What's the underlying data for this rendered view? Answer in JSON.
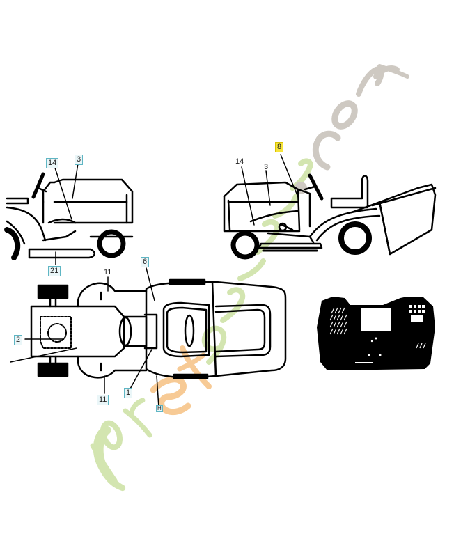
{
  "diagram": {
    "subject": "Riding lawn tractor decal / label placement diagram",
    "views": [
      {
        "id": "side-left",
        "label": "Left side view (front)"
      },
      {
        "id": "side-right",
        "label": "Right side view with grass catcher"
      },
      {
        "id": "top",
        "label": "Top view"
      },
      {
        "id": "dashboard",
        "label": "Dashboard decal"
      }
    ],
    "callouts": {
      "left_14": "14",
      "left_3": "3",
      "left_21": "21",
      "right_8": "8",
      "right_14": "14",
      "right_3": "3",
      "top_11_upper": "11",
      "top_11_lower": "11",
      "top_6": "6",
      "top_2": "2",
      "top_1": "1",
      "top_small": "H"
    },
    "watermark": {
      "text_part1": "foret",
      "text_part2": "garden",
      "text_part3": ".com",
      "colors": {
        "green": "#c9e0a0",
        "orange": "#f6c58a",
        "gray": "#c9c3bb"
      }
    },
    "colors": {
      "line": "#000000",
      "callout_box_border": "#5fb6c4",
      "callout_highlight": "#f6e43a",
      "background": "#ffffff"
    }
  }
}
